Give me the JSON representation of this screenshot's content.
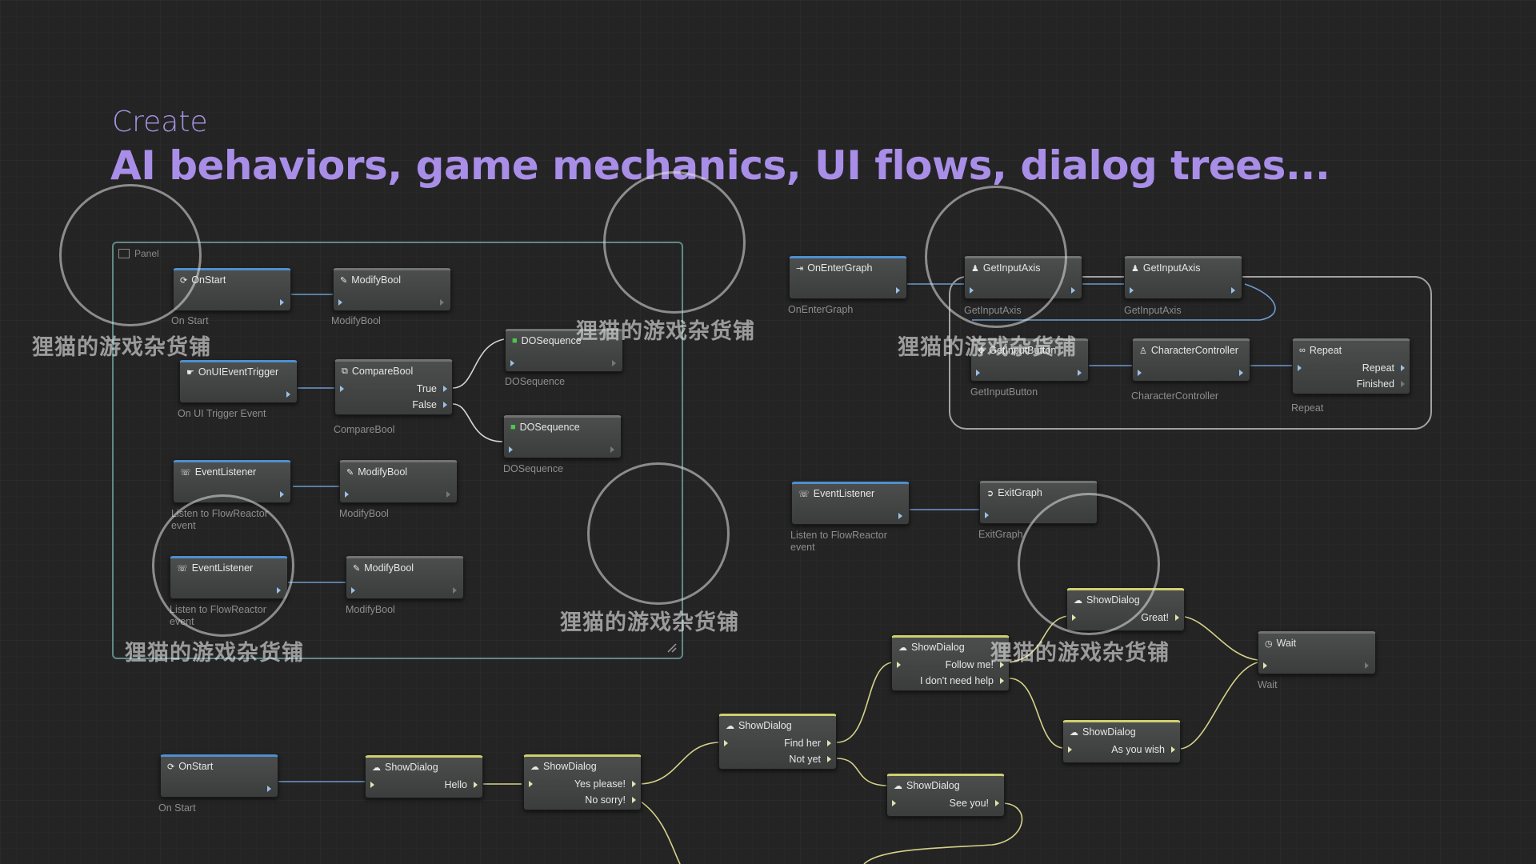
{
  "hero": {
    "subtitle": "Create",
    "title": "AI behaviors, game mechanics, UI flows, dialog trees..."
  },
  "colors": {
    "background": "#242424",
    "accent_purple": "#a98ee8",
    "event_node": "#4f8fd0",
    "action_node": "#707370",
    "dialog_node": "#cfcf70",
    "flow_wire": "#6d9ccd",
    "dialog_wire": "#d6d28a",
    "group_frame": "#5e8a86"
  },
  "panel": {
    "label": "Panel"
  },
  "nodes": [
    {
      "id": "n1",
      "title": "OnStart",
      "icon": "start-icon",
      "caption": "On Start",
      "kind": "blue"
    },
    {
      "id": "n2",
      "title": "ModifyBool",
      "icon": "pencil-icon",
      "caption": "ModifyBool",
      "kind": "gray"
    },
    {
      "id": "n3",
      "title": "OnUIEventTrigger",
      "icon": "ui-event-icon",
      "caption": "On UI Trigger Event",
      "kind": "blue"
    },
    {
      "id": "n4",
      "title": "CompareBool",
      "icon": "compare-icon",
      "caption": "CompareBool",
      "kind": "gray",
      "outputs": [
        "True",
        "False"
      ]
    },
    {
      "id": "n5",
      "title": "DOSequence",
      "icon": "sequence-icon",
      "caption": "DOSequence",
      "kind": "gray"
    },
    {
      "id": "n6",
      "title": "DOSequence",
      "icon": "sequence-icon",
      "caption": "DOSequence",
      "kind": "gray"
    },
    {
      "id": "n7",
      "title": "EventListener",
      "icon": "listener-icon",
      "caption": "Listen to FlowReactor event",
      "kind": "blue"
    },
    {
      "id": "n8",
      "title": "ModifyBool",
      "icon": "pencil-icon",
      "caption": "ModifyBool",
      "kind": "gray"
    },
    {
      "id": "n9",
      "title": "EventListener",
      "icon": "listener-icon",
      "caption": "Listen to FlowReactor event",
      "kind": "blue"
    },
    {
      "id": "n10",
      "title": "ModifyBool",
      "icon": "pencil-icon",
      "caption": "ModifyBool",
      "kind": "gray"
    },
    {
      "id": "n11",
      "title": "OnEnterGraph",
      "icon": "enter-icon",
      "caption": "OnEnterGraph",
      "kind": "blue"
    },
    {
      "id": "n12",
      "title": "GetInputAxis",
      "icon": "input-icon",
      "caption": "GetInputAxis",
      "kind": "gray"
    },
    {
      "id": "n13",
      "title": "GetInputAxis",
      "icon": "input-icon",
      "caption": "GetInputAxis",
      "kind": "gray"
    },
    {
      "id": "n14",
      "title": "GetInputButton",
      "icon": "gamepad-icon",
      "caption": "GetInputButton",
      "kind": "gray"
    },
    {
      "id": "n15",
      "title": "CharacterController",
      "icon": "character-icon",
      "caption": "CharacterController",
      "kind": "gray"
    },
    {
      "id": "n16",
      "title": "Repeat",
      "icon": "loop-icon",
      "caption": "Repeat",
      "kind": "gray",
      "outputs": [
        "Repeat",
        "Finished"
      ]
    },
    {
      "id": "n17",
      "title": "EventListener",
      "icon": "listener-icon",
      "caption": "Listen to FlowReactor event",
      "kind": "blue"
    },
    {
      "id": "n18",
      "title": "ExitGraph",
      "icon": "exit-icon",
      "caption": "ExitGraph",
      "kind": "gray"
    },
    {
      "id": "n19",
      "title": "OnStart",
      "icon": "start-icon",
      "caption": "On Start",
      "kind": "blue"
    },
    {
      "id": "n20",
      "title": "ShowDialog",
      "icon": "chat-icon",
      "kind": "yellow",
      "outputs": [
        "Hello"
      ]
    },
    {
      "id": "n21",
      "title": "ShowDialog",
      "icon": "chat-icon",
      "kind": "yellow",
      "outputs": [
        "Yes please!",
        "No sorry!"
      ]
    },
    {
      "id": "n22",
      "title": "ShowDialog",
      "icon": "chat-icon",
      "kind": "yellow",
      "outputs": [
        "Find her",
        "Not yet"
      ]
    },
    {
      "id": "n23",
      "title": "ShowDialog",
      "icon": "chat-icon",
      "kind": "yellow",
      "outputs": [
        "Follow me!",
        "I don't need help"
      ]
    },
    {
      "id": "n24",
      "title": "ShowDialog",
      "icon": "chat-icon",
      "kind": "yellow",
      "outputs": [
        "Great!"
      ]
    },
    {
      "id": "n25",
      "title": "ShowDialog",
      "icon": "chat-icon",
      "kind": "yellow",
      "outputs": [
        "See you!"
      ]
    },
    {
      "id": "n26",
      "title": "ShowDialog",
      "icon": "chat-icon",
      "kind": "yellow",
      "outputs": [
        "As you wish"
      ]
    },
    {
      "id": "n27",
      "title": "Wait",
      "icon": "clock-icon",
      "caption": "Wait",
      "kind": "gray"
    }
  ],
  "watermark": {
    "text": "狸猫的游戏杂货铺",
    "logo": "raccoon-cat-icon"
  }
}
